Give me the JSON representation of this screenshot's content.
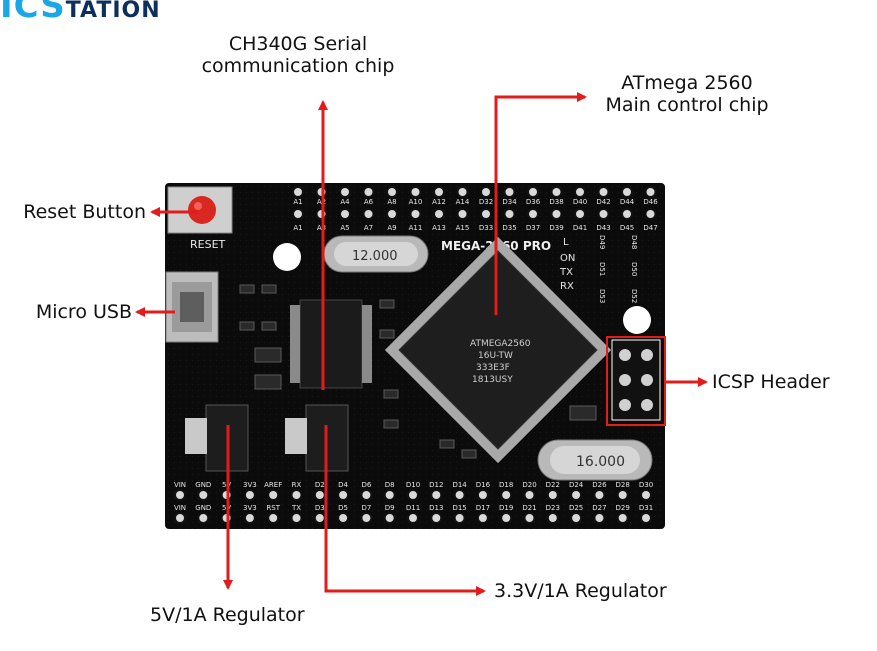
{
  "logo": {
    "part1": "ICS",
    "part2": "TATION"
  },
  "labels": {
    "ch340": [
      "CH340G Serial",
      "communication chip"
    ],
    "atmega": [
      "ATmega 2560",
      "Main control chip"
    ],
    "reset": "Reset Button",
    "usb": "Micro USB",
    "icsp": "ICSP Header",
    "reg5v": "5V/1A Regulator",
    "reg33": "3.3V/1A Regulator"
  },
  "board": {
    "reset_silk": "RESET",
    "model_silk": "MEGA-2560 PRO",
    "crystal_small": "12.000",
    "crystal_big": "16.000",
    "chip_text": [
      "ATMEGA2560",
      "16U-TW",
      "333E3F",
      "1813USY"
    ],
    "leds": [
      "ON",
      "TX",
      "RX",
      "L"
    ],
    "top_pins_row1": [
      "A1",
      "A2",
      "A4",
      "A6",
      "A8",
      "A10",
      "A12",
      "A14",
      "D32",
      "D34",
      "D36",
      "D38",
      "D40",
      "D42",
      "D44",
      "D46"
    ],
    "top_pins_row2": [
      "A1",
      "A3",
      "A5",
      "A7",
      "A9",
      "A11",
      "A13",
      "A15",
      "D33",
      "D35",
      "D37",
      "D39",
      "D41",
      "D43",
      "D45",
      "D47"
    ],
    "bottom_pins_row1": [
      "VIN",
      "GND",
      "5V",
      "3V3",
      "AREF",
      "RX",
      "D2",
      "D4",
      "D6",
      "D8",
      "D10",
      "D12",
      "D14",
      "D16",
      "D18",
      "D20",
      "D22",
      "D24",
      "D26",
      "D28",
      "D30"
    ],
    "bottom_pins_row2": [
      "VIN",
      "GND",
      "5V",
      "3V3",
      "RST",
      "TX",
      "D3",
      "D5",
      "D7",
      "D9",
      "D11",
      "D13",
      "D15",
      "D17",
      "D19",
      "D21",
      "D23",
      "D25",
      "D27",
      "D29",
      "D31"
    ],
    "right_pins": [
      "D49",
      "D51",
      "D53",
      "D48",
      "D50",
      "D52"
    ]
  },
  "colors": {
    "accent": "#e21b1b",
    "board": "#0b0b0b",
    "logo_blue": "#1aa7e8"
  }
}
